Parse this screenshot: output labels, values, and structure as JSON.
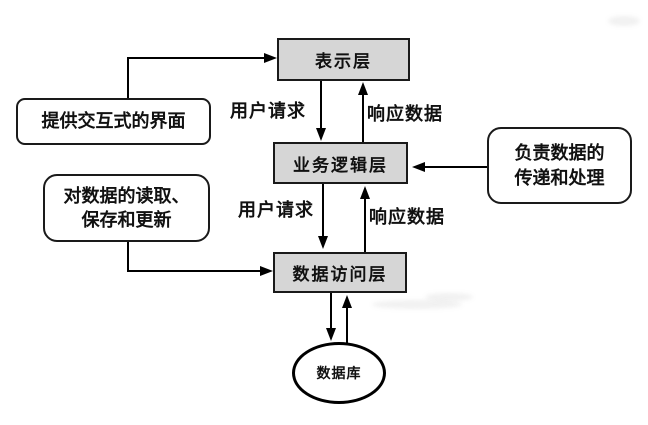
{
  "diagram": {
    "title_note": "three-tier architecture flow diagram",
    "layers": {
      "presentation": "表示层",
      "business": "业务逻辑层",
      "data_access": "数据访问层",
      "database": "数据库"
    },
    "annotations": {
      "interactive_ui": "提供交互式的界面",
      "read_save_update": "对数据的读取、\n保存和更新",
      "transfer_process": "负责数据的\n传递和处理"
    },
    "arrow_labels": {
      "user_request_top": "用户请求",
      "response_data_top": "响应数据",
      "user_request_bottom": "用户请求",
      "response_data_bottom": "响应数据"
    },
    "colors": {
      "box_fill": "#d6d6d6",
      "box_border": "#1a1a1a",
      "line": "#000000",
      "background": "#ffffff"
    }
  }
}
